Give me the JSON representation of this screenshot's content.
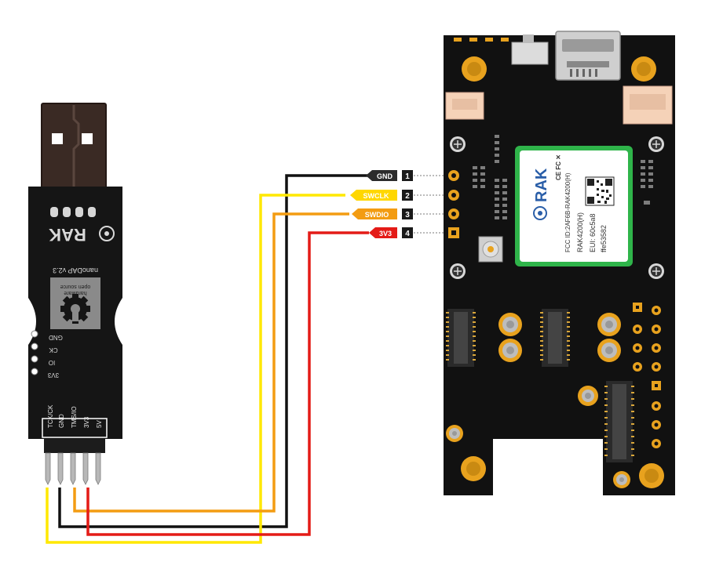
{
  "colors": {
    "background": "#ffffff",
    "pcb": "#111111",
    "gold": "#e8a21e",
    "wire_gnd": "#111111",
    "wire_swclk": "#ffe800",
    "wire_swdio": "#f39c12",
    "wire_3v3": "#e41b17",
    "label_gnd": "#2b2b2b",
    "label_swclk": "#ffd700",
    "label_swdio": "#f39c12",
    "label_3v3": "#e41b17"
  },
  "programmer": {
    "brand": "RAK",
    "model": "nanoDAP  v2.3",
    "tagline_1": "open source",
    "tagline_2": "hardware",
    "side_pins": [
      "GND",
      "CK",
      "IO",
      "3V3"
    ],
    "header_pins": [
      "TCK/CK",
      "GND",
      "TMS/IO",
      "3V3",
      "5V"
    ]
  },
  "connector": {
    "pins": [
      {
        "number": "1",
        "label": "GND"
      },
      {
        "number": "2",
        "label": "SWCLK"
      },
      {
        "number": "3",
        "label": "SWDIO"
      },
      {
        "number": "4",
        "label": "3V3"
      }
    ]
  },
  "module": {
    "brand": "RAK",
    "fcc": "FCC ID:2AF6B-RAK4200(H)",
    "model": "RAK4200(H)",
    "eui": "EUI: 60c5a8",
    "code": "ffe53582"
  }
}
